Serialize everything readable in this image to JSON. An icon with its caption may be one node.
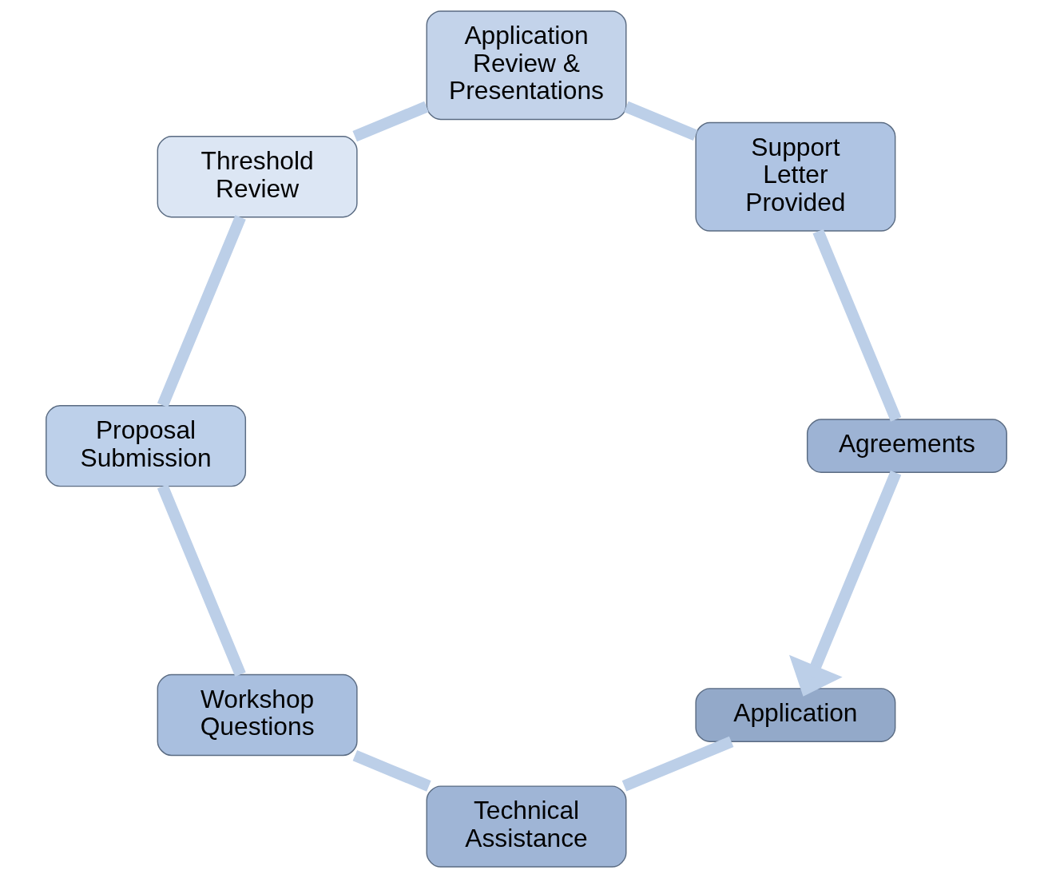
{
  "diagram": {
    "nodes": [
      {
        "text": [
          "Application"
        ]
      },
      {
        "text": [
          "Technical Assistance"
        ]
      },
      {
        "text": [
          "Workshop Questions"
        ]
      },
      {
        "text": [
          "Proposal Submission"
        ]
      },
      {
        "text": [
          "Threshold Review"
        ]
      },
      {
        "text": [
          "Application Review & Presentations"
        ]
      },
      {
        "text": [
          "Support Letter Provided"
        ]
      },
      {
        "text": [
          "Agreements"
        ]
      }
    ],
    "edges": [
      {
        "from": 0,
        "to": 1,
        "arrow": "none"
      },
      {
        "from": 1,
        "to": 2,
        "arrow": "none"
      },
      {
        "from": 2,
        "to": 3,
        "arrow": "none"
      },
      {
        "from": 3,
        "to": 4,
        "arrow": "none"
      },
      {
        "from": 4,
        "to": 5,
        "arrow": "none"
      },
      {
        "from": 5,
        "to": 6,
        "arrow": "none"
      },
      {
        "from": 6,
        "to": 7,
        "arrow": "none"
      },
      {
        "from": 7,
        "to": 0,
        "arrow": "to"
      }
    ]
  }
}
